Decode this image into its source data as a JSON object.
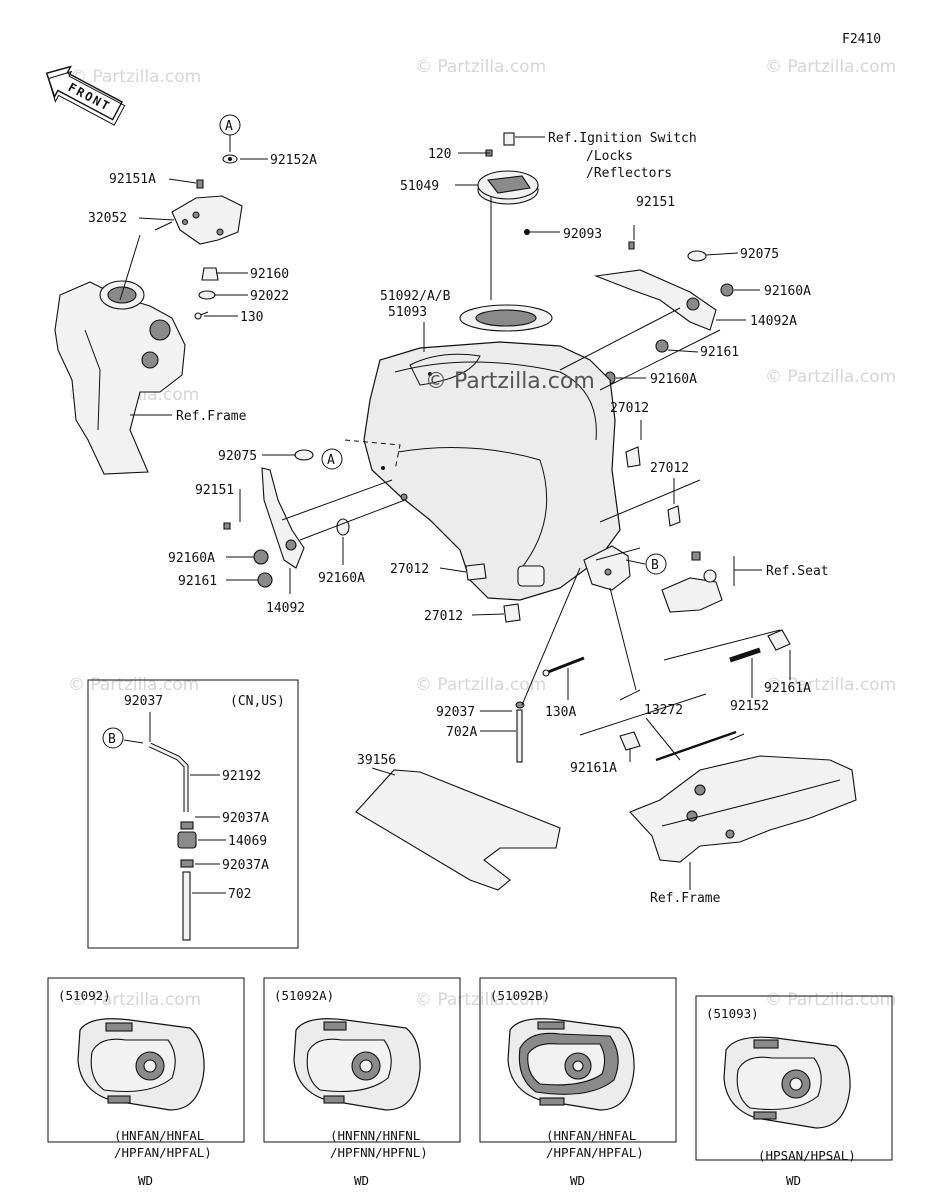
{
  "figure_code": "F2410",
  "front_label": "FRONT",
  "watermark": "© Partzilla.com",
  "center_watermark": "© Partzilla.com",
  "callouts": {
    "a": "A",
    "b": "B"
  },
  "labels": {
    "p92152A": "92152A",
    "p92151A": "92151A",
    "p32052": "32052",
    "p92160": "92160",
    "p92022": "92022",
    "p130": "130",
    "ref_frame_left": "Ref.Frame",
    "p120": "120",
    "p51049": "51049",
    "ref_ignition_1": "Ref.Ignition Switch",
    "ref_ignition_2": "/Locks",
    "ref_ignition_3": "/Reflectors",
    "p92093": "92093",
    "p92151": "92151",
    "p92075_right": "92075",
    "p92160A_right": "92160A",
    "p14092A": "14092A",
    "p92161_right": "92161",
    "p51092_ab": "51092/A/B",
    "p51093": "51093",
    "p92160A_mid": "92160A",
    "p27012_a": "27012",
    "p27012_b": "27012",
    "p92075_left": "92075",
    "p92151_left": "92151",
    "p92160A_left": "92160A",
    "p92161_left": "92161",
    "p92160A_left2": "92160A",
    "p14092": "14092",
    "p27012_c": "27012",
    "p27012_d": "27012",
    "ref_seat": "Ref.Seat",
    "p92161A_top": "92161A",
    "p92152": "92152",
    "p130A": "130A",
    "p92037_mid": "92037",
    "p702A": "702A",
    "p13272": "13272",
    "p92161A_bot": "92161A",
    "p39156": "39156",
    "ref_frame_right": "Ref.Frame"
  },
  "hose_box": {
    "market": "(CN,US)",
    "items": [
      "92037",
      "92192",
      "92037A",
      "14069",
      "92037A",
      "702"
    ]
  },
  "variants": [
    {
      "code": "(51092)",
      "models_1": "(HNFAN/HNFAL",
      "models_2": "/HPFAN/HPFAL)",
      "market": "WD"
    },
    {
      "code": "(51092A)",
      "models_1": "(HNFNN/HNFNL",
      "models_2": "/HPFNN/HPFNL)",
      "market": "WD"
    },
    {
      "code": "(51092B)",
      "models_1": "(HNFAN/HNFAL",
      "models_2": "/HPFAN/HPFAL)",
      "market": "WD"
    },
    {
      "code": "(51093)",
      "models_1": "(HPSAN/HPSAL)",
      "models_2": "",
      "market": "WD"
    }
  ]
}
